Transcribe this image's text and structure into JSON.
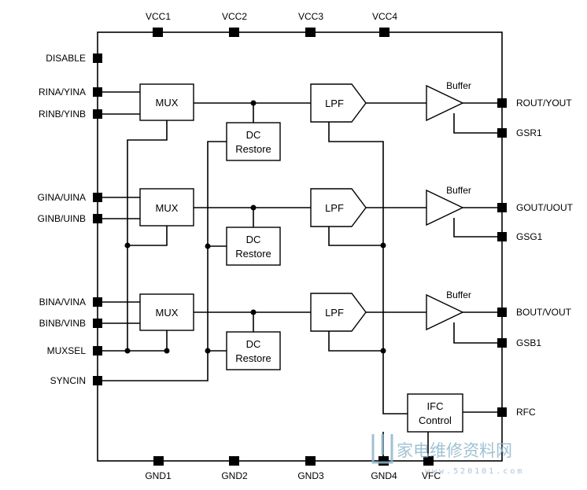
{
  "pins": {
    "top": [
      "VCC1",
      "VCC2",
      "VCC3",
      "VCC4"
    ],
    "bottom": [
      "GND1",
      "GND2",
      "GND3",
      "GND4",
      "VFC"
    ],
    "left": {
      "disable": "DISABLE",
      "rina": "RINA/YINA",
      "rinb": "RINB/YINB",
      "gina": "GINA/UINA",
      "ginb": "GINB/UINB",
      "bina": "BINA/VINA",
      "binb": "BINB/VINB",
      "muxsel": "MUXSEL",
      "syncin": "SYNCIN"
    },
    "right": {
      "rout": "ROUT/YOUT",
      "gsr1": "GSR1",
      "gout": "GOUT/UOUT",
      "gsg1": "GSG1",
      "bout": "BOUT/VOUT",
      "gsb1": "GSB1",
      "rfc": "RFC"
    }
  },
  "blocks": {
    "mux": "MUX",
    "lpf": "LPF",
    "buffer": "Buffer",
    "dc_restore_line1": "DC",
    "dc_restore_line2": "Restore",
    "ifc_line1": "IFC",
    "ifc_line2": "Control"
  },
  "watermark": {
    "text": "家电维修资料网",
    "url": "www.520101.com"
  }
}
